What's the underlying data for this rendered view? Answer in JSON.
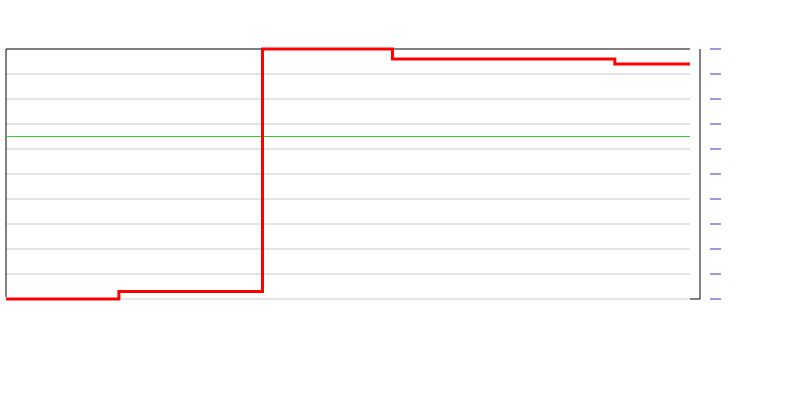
{
  "chart_data": {
    "type": "line",
    "step": true,
    "title": "",
    "xlabel": "",
    "ylabel": "",
    "ylim": [
      0,
      10
    ],
    "y_ticks": [
      0,
      1,
      2,
      3,
      4,
      5,
      6,
      7,
      8,
      9,
      10
    ],
    "y_tick_labels": [
      "",
      "",
      "",
      "",
      "",
      "",
      "",
      "",
      "",
      "",
      ""
    ],
    "grid": true,
    "legend": "none",
    "reference_line": {
      "y": 6.5,
      "color": "#33cc33"
    },
    "series": [
      {
        "color": "#ff0000",
        "step_points": [
          [
            0,
            0
          ],
          [
            16.5,
            0
          ],
          [
            16.5,
            0.3
          ],
          [
            37.5,
            0.3
          ],
          [
            37.5,
            10
          ],
          [
            56.5,
            10
          ],
          [
            56.5,
            9.6
          ],
          [
            89,
            9.6
          ],
          [
            89,
            9.4
          ],
          [
            100,
            9.4
          ]
        ]
      }
    ],
    "xlim": [
      0,
      100
    ],
    "colors": {
      "grid": "#c8c8c8",
      "tick": "#3333cc",
      "axis": "#000000"
    }
  }
}
